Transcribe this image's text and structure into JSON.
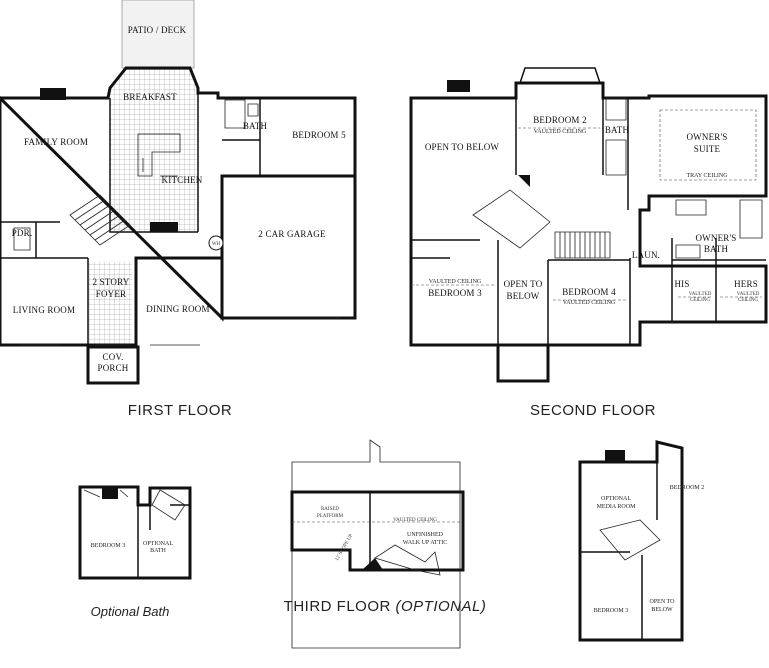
{
  "first_floor": {
    "title": "FIRST FLOOR",
    "rooms": {
      "patio": "PATIO / DECK",
      "breakfast": "BREAKFAST",
      "bath": "BATH",
      "family": "FAMILY ROOM",
      "bedroom5": "BEDROOM 5",
      "kitchen": "KITCHEN",
      "garage": "2 CAR GARAGE",
      "pdr": "PDR.",
      "wh": "WH",
      "foyer_1": "2 STORY",
      "foyer_2": "FOYER",
      "living": "LIVING ROOM",
      "dining": "DINING ROOM",
      "porch_1": "COV.",
      "porch_2": "PORCH"
    }
  },
  "second_floor": {
    "title": "SECOND FLOOR",
    "rooms": {
      "open_below": "OPEN TO BELOW",
      "bedroom2": "BEDROOM 2",
      "vaulted_b2": "VAULTED CEILING",
      "bath": "BATH",
      "owners_1": "OWNER'S",
      "owners_2": "SUITE",
      "tray": "TRAY CEILING",
      "owners_bath_1": "OWNER'S",
      "owners_bath_2": "BATH",
      "vaulted_b3": "VAULTED CEILING",
      "bedroom3": "BEDROOM 3",
      "open_1": "OPEN TO",
      "open_2": "BELOW",
      "bedroom4": "BEDROOM 4",
      "vaulted_b4": "VAULTED CEILING",
      "laun": "LAUN.",
      "his": "HIS",
      "hers": "HERS",
      "vaulted_his_1": "VAULTED",
      "vaulted_his_2": "CEILING",
      "vaulted_hers_1": "VAULTED",
      "vaulted_hers_2": "CEILING"
    }
  },
  "optional_bath": {
    "caption": "Optional Bath",
    "rooms": {
      "bedroom3": "BEDROOM 3",
      "opt_1": "OPTIONAL",
      "opt_2": "BATH"
    }
  },
  "third_floor": {
    "caption_main": "THIRD FLOOR ",
    "caption_opt": "(OPTIONAL)",
    "rooms": {
      "raised_1": "RAISED",
      "raised_2": "PLATFORM",
      "vaulted": "VAULTED CEILING",
      "attic_1": "UNFINISHED",
      "attic_2": "WALK UP ATTIC",
      "slope": "12' SLOPE UP"
    }
  },
  "media_option": {
    "rooms": {
      "media_1": "OPTIONAL",
      "media_2": "MEDIA ROOM",
      "bedroom2": "BEDROOM 2",
      "bedroom3": "BEDROOM 3",
      "open_1": "OPEN TO",
      "open_2": "BELOW"
    }
  }
}
